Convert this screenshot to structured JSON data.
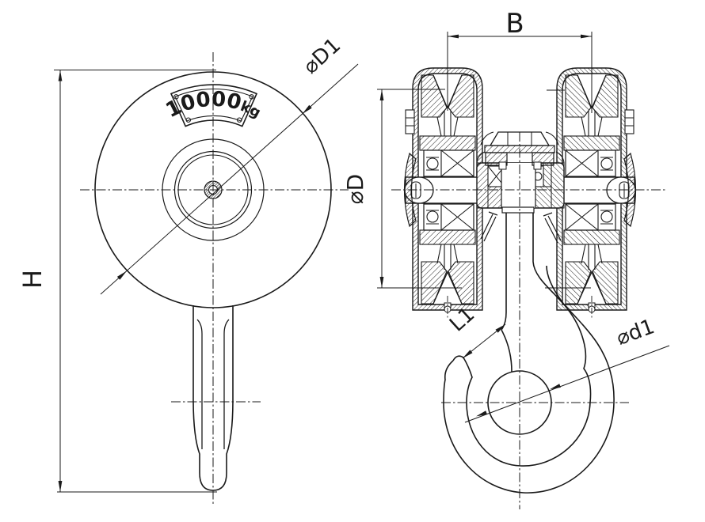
{
  "page": {
    "background": "#ffffff",
    "line_color": "#1a1a1a",
    "drawing_type": "hook block technical drawing"
  },
  "front_view": {
    "capacity_plate": {
      "value": "10000",
      "unit": "kg"
    },
    "dim_height_label": "H",
    "dim_diameter_label": "⌀D1"
  },
  "side_view": {
    "dim_width_label": "B",
    "dim_sheave_diameter_label": "⌀D",
    "dim_hook_opening_label": "L1",
    "dim_hook_section_label": "⌀d1"
  }
}
